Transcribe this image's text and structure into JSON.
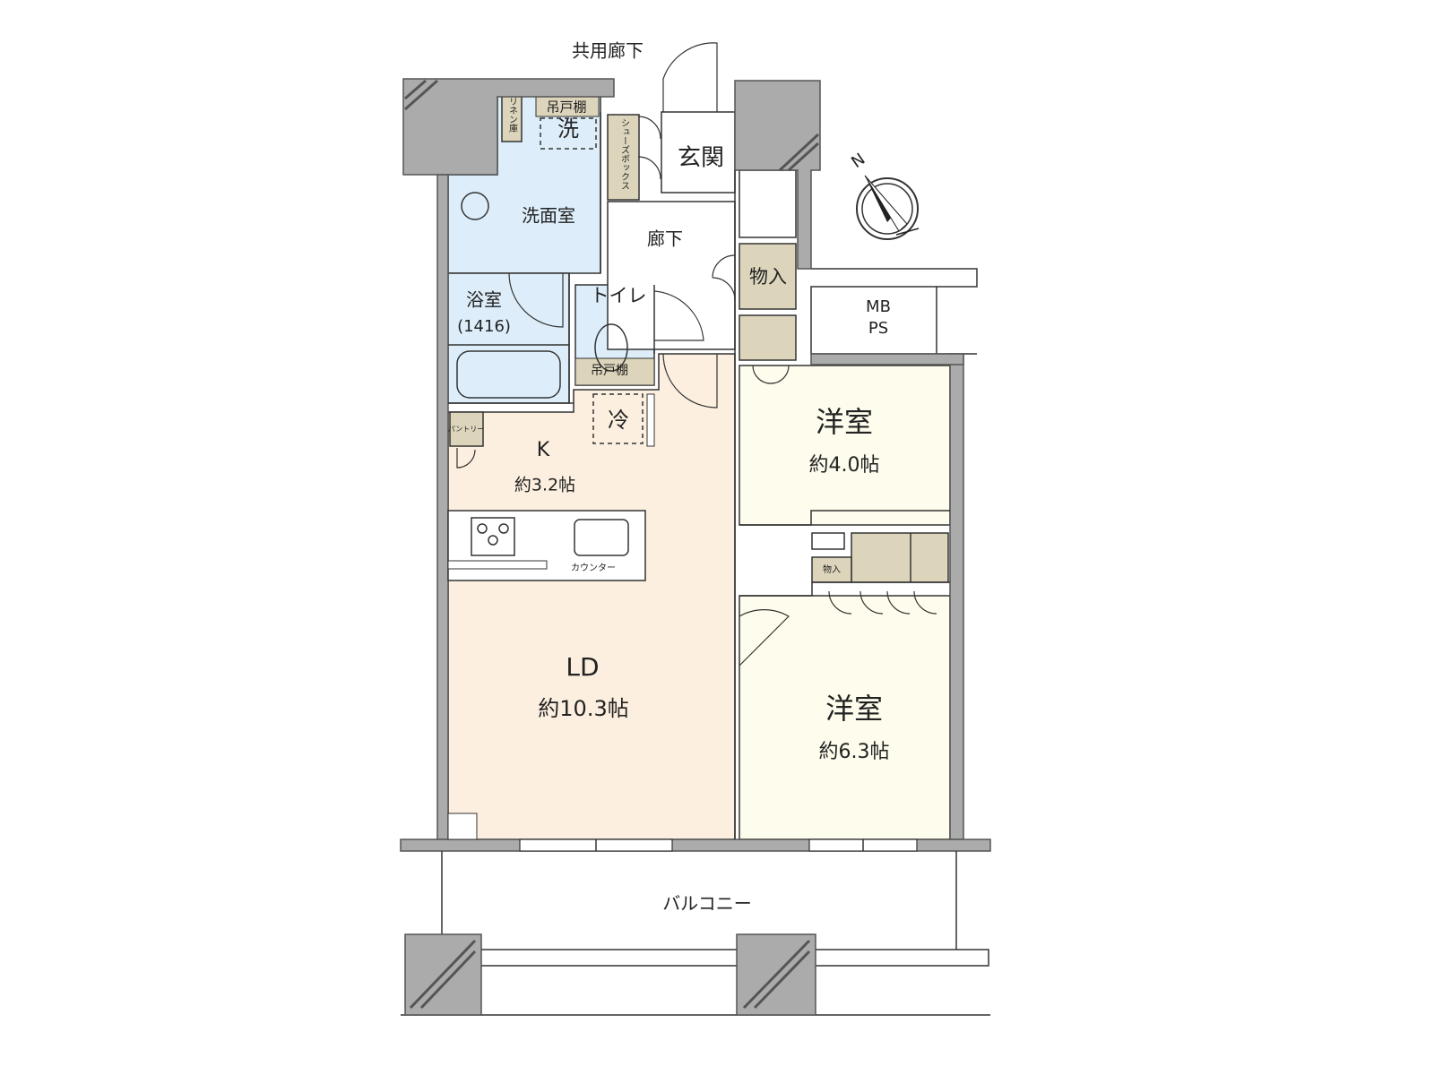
{
  "labels": {
    "common_corridor": "共用廊下",
    "entrance": "玄関",
    "shoe_box": "シューズボックス",
    "linen": "リネン庫",
    "upper_cabinet": "吊戸棚",
    "washer": "洗",
    "washroom": "洗面室",
    "hallway": "廊下",
    "storage": "物入",
    "mb_ps_1": "MB",
    "mb_ps_2": "PS",
    "bath": "浴室",
    "bath_size": "(1416)",
    "toilet": "トイレ",
    "toilet_cabinet": "吊戸棚",
    "fridge": "冷",
    "pantry": "パントリー",
    "kitchen": "K",
    "kitchen_size": "約3.2帖",
    "counter": "カウンター",
    "ld": "LD",
    "ld_size": "約10.3帖",
    "room1": "洋室",
    "room1_size": "約4.0帖",
    "room2": "洋室",
    "room2_size": "約6.3帖",
    "small_storage": "物入",
    "balcony": "バルコニー",
    "north": "N"
  },
  "colors": {
    "wall": "#ababab",
    "wet_area": "#ddeefa",
    "ldk": "#fcefdf",
    "western_room": "#fefcec",
    "storage": "#ddd5bb"
  }
}
